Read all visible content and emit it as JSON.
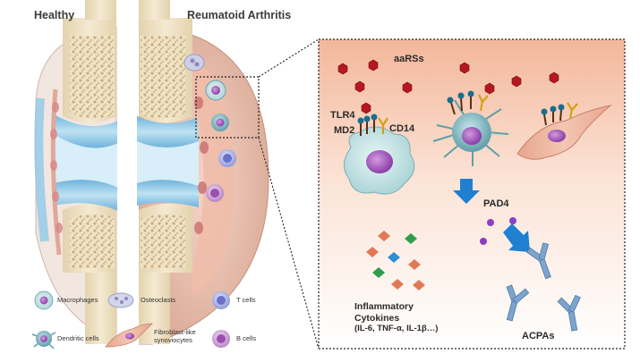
{
  "headings": {
    "healthy": "Healthy",
    "ra": "Reumatoid Arthritis"
  },
  "panel": {
    "aarss": "aaRSs",
    "tlr4": "TLR4",
    "md2": "MD2",
    "cd14": "CD14",
    "pad4": "PAD4",
    "cytokines_line1": "Inflammatory",
    "cytokines_line2": "Cytokines",
    "cytokines_line3": "(IL-6, TNF-α, IL-1β…)",
    "acpas": "ACPAs"
  },
  "legend": {
    "macrophages": "Macrophages",
    "osteoclasts": "Osteoclasts",
    "t_cells": "T cells",
    "dendritic_cells": "Dendritic cells",
    "fibroblast_line1": "Fibroblast-like",
    "fibroblast_line2": "synoviocytes",
    "b_cells": "B cells"
  },
  "colors": {
    "cartilage": "#8ec9e8",
    "synovium": "#f3c7b8",
    "bone": "#efe4c8",
    "aars": "#b3191f",
    "arrow": "#1f7fd1",
    "pad4": "#8a3fc2",
    "antibody": "#7fa4cc"
  }
}
